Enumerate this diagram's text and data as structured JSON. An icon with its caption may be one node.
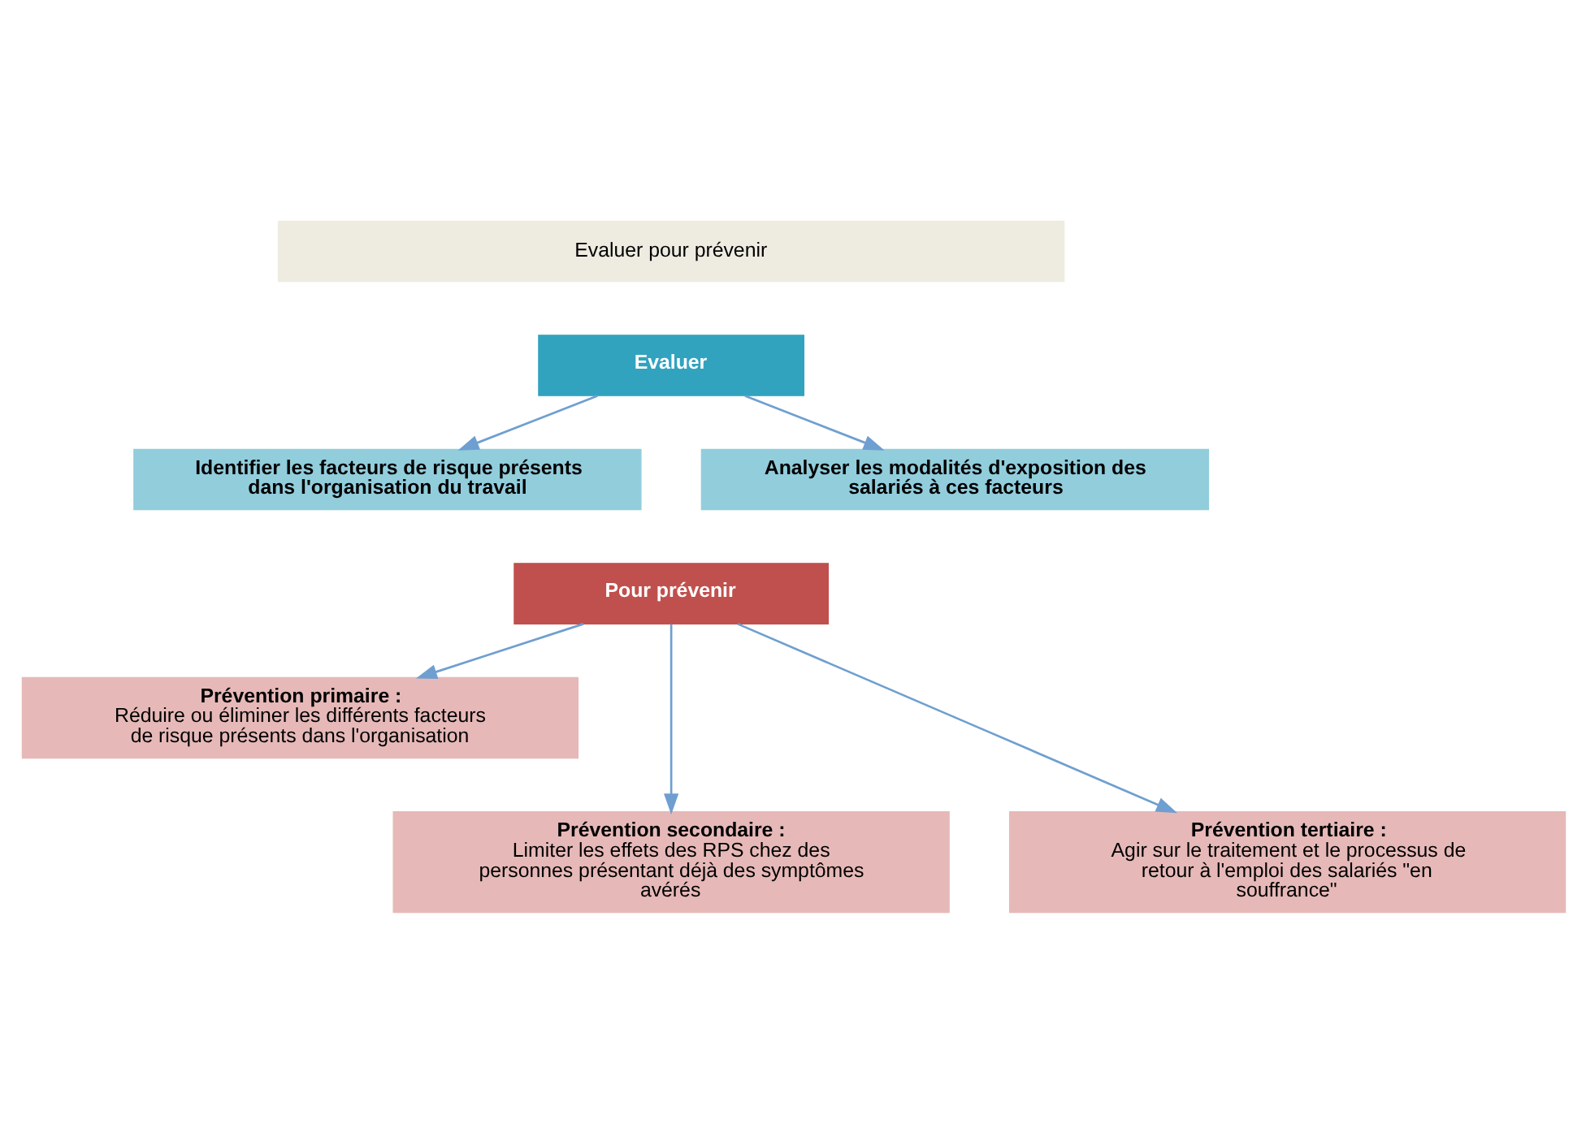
{
  "diagram": {
    "nodes": [
      {
        "text": [
          "Evaluer pour prévenir"
        ]
      },
      {
        "text": [
          "Evaluer"
        ]
      },
      {
        "text": [
          "Identifier les facteurs de risque présents dans l'organisation du travail"
        ]
      },
      {
        "text": [
          "Analyser les modalités d'exposition des salariés à ces facteurs"
        ]
      },
      {
        "text": [
          "Pour prévenir"
        ]
      },
      {
        "text": [
          "Prévention primaire :",
          "Réduire ou éliminer les différents facteurs de risque présents dans l'organisation"
        ]
      },
      {
        "text": [
          "Prévention secondaire :",
          "Limiter les effets des RPS chez des personnes présentant déjà des symptômes avérés"
        ]
      },
      {
        "text": [
          "Prévention tertiaire :",
          "Agir sur le traitement et le processus de retour à l'emploi des salariés \"en souffrance\""
        ]
      }
    ],
    "edges": [
      {
        "from": 1,
        "to": 2,
        "arrow": "to"
      },
      {
        "from": 1,
        "to": 3,
        "arrow": "to"
      },
      {
        "from": 4,
        "to": 5,
        "arrow": "to"
      },
      {
        "from": 4,
        "to": 6,
        "arrow": "to"
      },
      {
        "from": 4,
        "to": 7,
        "arrow": "to"
      }
    ]
  }
}
